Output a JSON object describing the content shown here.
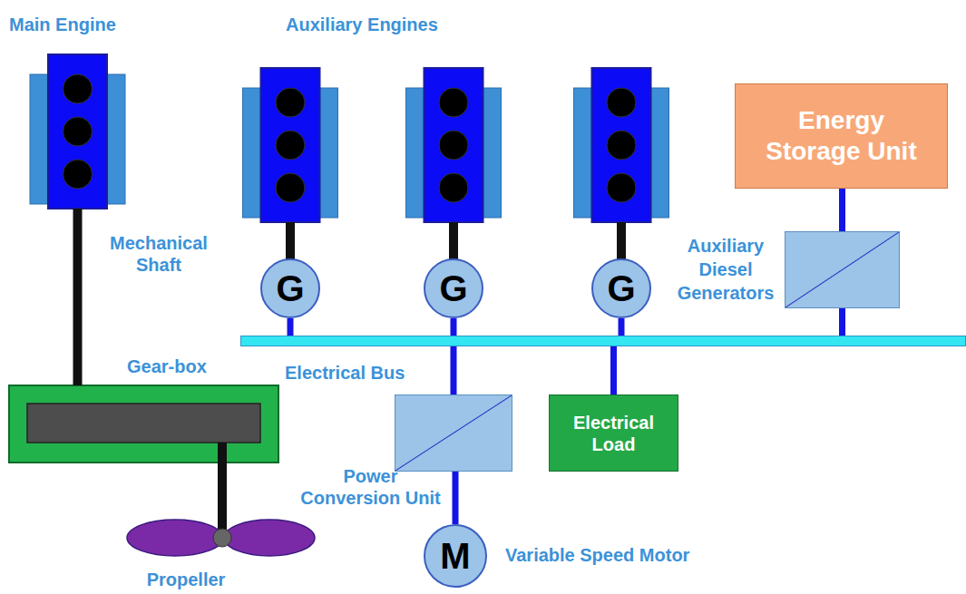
{
  "diagram": {
    "nodes": [
      {
        "text": [
          "Main Engine"
        ]
      },
      {
        "text": [
          "Gear-box"
        ]
      },
      {
        "text": [
          "Propeller"
        ]
      },
      {
        "text": [
          "G"
        ]
      },
      {
        "text": [
          "G"
        ]
      },
      {
        "text": [
          "G"
        ]
      },
      {
        "text": [
          "Energy Storage Unit"
        ]
      },
      {
        "text": [
          "Auxiliary Diesel Generators"
        ]
      },
      {
        "text": [
          "Electrical Bus"
        ]
      },
      {
        "text": [
          "Power Conversion Unit"
        ]
      },
      {
        "text": [
          "Electrical Load"
        ]
      },
      {
        "text": [
          "M",
          "Variable Speed Motor"
        ]
      }
    ],
    "edges": [
      {
        "from": 0,
        "to": 1,
        "arrow": "none"
      },
      {
        "from": 1,
        "to": 2,
        "arrow": "none"
      },
      {
        "from": 3,
        "to": 8,
        "arrow": "none"
      },
      {
        "from": 4,
        "to": 8,
        "arrow": "none"
      },
      {
        "from": 5,
        "to": 8,
        "arrow": "none"
      },
      {
        "from": 6,
        "to": 7,
        "arrow": "none"
      },
      {
        "from": 7,
        "to": 8,
        "arrow": "none"
      },
      {
        "from": 8,
        "to": 9,
        "arrow": "none"
      },
      {
        "from": 8,
        "to": 10,
        "arrow": "none"
      },
      {
        "from": 9,
        "to": 11,
        "arrow": "none"
      }
    ],
    "labels": [
      "Auxiliary Engines",
      "Mechanical Shaft"
    ]
  }
}
